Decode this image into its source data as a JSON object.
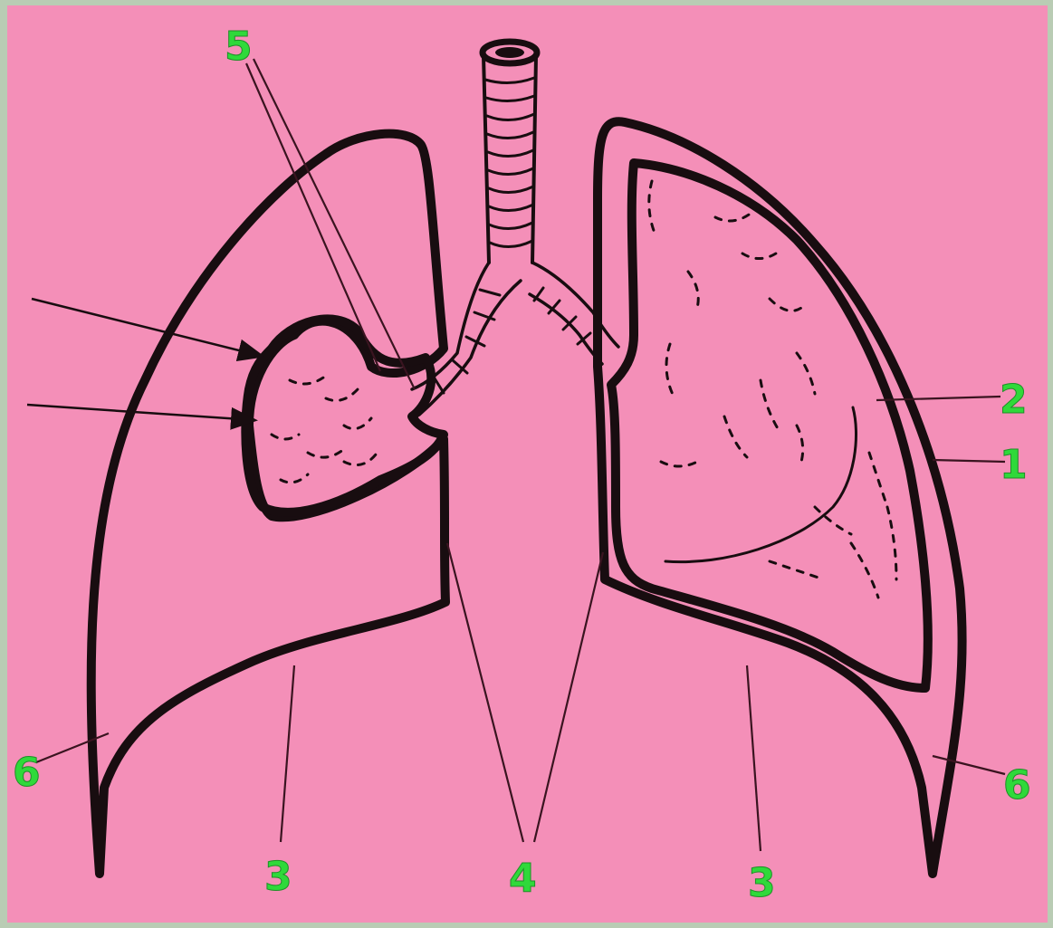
{
  "diagram": {
    "labels": {
      "l5": "5",
      "l2": "2",
      "l1": "1",
      "l6_left": "6",
      "l6_right": "6",
      "l3_left": "3",
      "l3_right": "3",
      "l4": "4"
    },
    "colors": {
      "background": "#f48fb8",
      "frame": "#b9ccb4",
      "outline": "#180d10",
      "label": "#2fd93a"
    }
  }
}
